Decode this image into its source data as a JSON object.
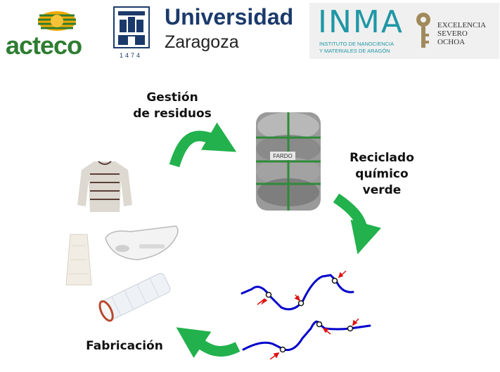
{
  "logos": {
    "acteco": {
      "name": "acteco",
      "color": "#2e7d32",
      "mark": "sun-logo-icon"
    },
    "unizar": {
      "title": "Universidad",
      "subtitle": "Zaragoza",
      "year": "1474",
      "title_color": "#1b3a6b",
      "mark": "coat-of-arms-icon"
    },
    "inma": {
      "name": "INMA",
      "line1": "INSTITUTO DE NANOCIENCIA",
      "line2": "Y MATERIALES DE ARAGÓN",
      "color": "#1f97a6"
    },
    "severo_ochoa": {
      "line1": "EXCELENCIA",
      "line2": "SEVERO",
      "line3": "OCHOA",
      "mark": "keyhole-logo-icon"
    }
  },
  "diagram": {
    "step_waste": {
      "line1": "Gestión",
      "line2": "de residuos"
    },
    "step_recycling": {
      "line1": "Reciclado",
      "line2": "químico",
      "line3": "verde"
    },
    "step_manufacturing": {
      "label": "Fabricación"
    },
    "arrow_color": "#22b14c",
    "polymer_color": "#0000cc",
    "marker_color": "#e01010",
    "bale_tag": "FARDO"
  }
}
